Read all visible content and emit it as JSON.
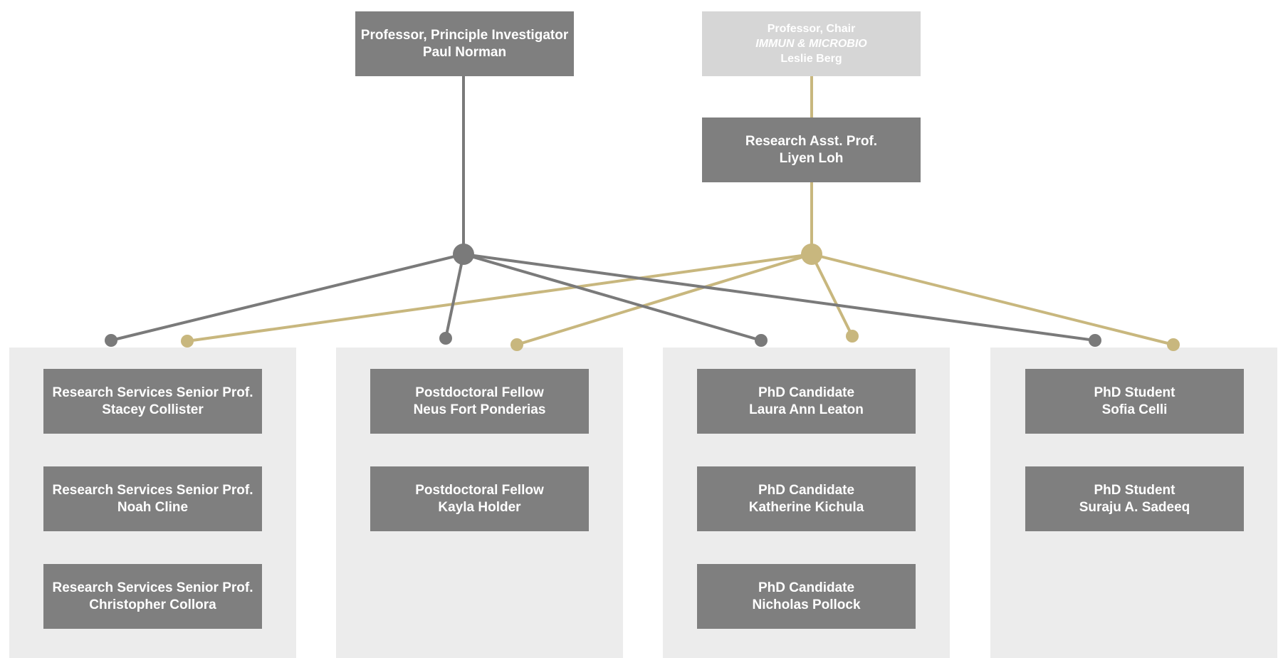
{
  "colors": {
    "node_fill": "#7f7f7f",
    "node_fill_faded": "#d6d6d6",
    "node_text": "#ffffff",
    "panel_fill": "#ececec",
    "line_gray": "#7a7a7a",
    "line_gold": "#c8b77e"
  },
  "leaders": {
    "pi": {
      "title": "Professor, Principle Investigator",
      "name": "Paul Norman"
    },
    "chair": {
      "title": "Professor, Chair",
      "dept": "IMMUN & MICROBIO",
      "name": "Leslie Berg"
    },
    "rap": {
      "title": "Research Asst. Prof.",
      "name": "Liyen Loh"
    }
  },
  "groups": [
    {
      "members": [
        {
          "title": "Research Services Senior Prof.",
          "name": "Stacey Collister"
        },
        {
          "title": "Research Services Senior Prof.",
          "name": "Noah Cline"
        },
        {
          "title": "Research Services Senior Prof.",
          "name": "Christopher Collora"
        }
      ]
    },
    {
      "members": [
        {
          "title": "Postdoctoral Fellow",
          "name": "Neus Fort Ponderias"
        },
        {
          "title": "Postdoctoral Fellow",
          "name": "Kayla Holder"
        }
      ]
    },
    {
      "members": [
        {
          "title": "PhD Candidate",
          "name": "Laura Ann Leaton"
        },
        {
          "title": "PhD Candidate",
          "name": "Katherine Kichula"
        },
        {
          "title": "PhD Candidate",
          "name": "Nicholas Pollock"
        }
      ]
    },
    {
      "members": [
        {
          "title": "PhD Student",
          "name": "Sofia Celli"
        },
        {
          "title": "PhD Student",
          "name": "Suraju A. Sadeeq"
        }
      ]
    }
  ]
}
